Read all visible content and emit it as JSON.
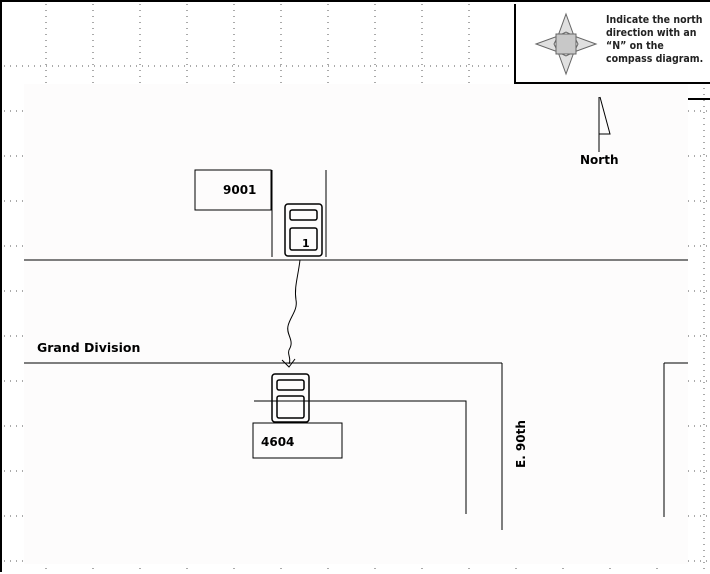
{
  "compass": {
    "instruction": "Indicate the north direction with an “N” on the compass diagram.",
    "icon": "compass-rose-icon"
  },
  "labels": {
    "north": "North",
    "street_grand": "Grand Division",
    "street_e90": "E. 90th",
    "building_top": "9001",
    "building_bottom": "4604",
    "vehicle_1": "1"
  },
  "colors": {
    "ink": "#000000",
    "grid_dots": "#555555",
    "compass_fill": "#c8c8c8"
  }
}
